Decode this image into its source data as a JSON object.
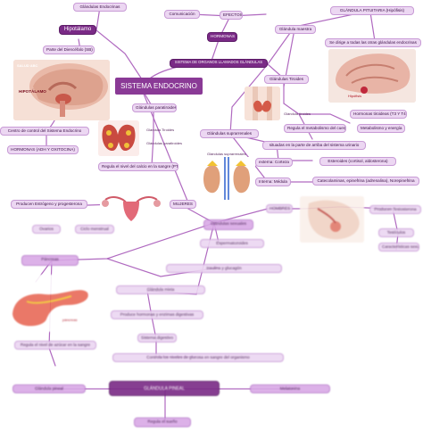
{
  "title": "SISTEMA ENDOCRINO",
  "top": {
    "glandulas_endocrinas": "Glándulas Endocrinas",
    "comunicacion": "Comunicación",
    "efectos": "EFECTOS",
    "hormonas": "HORMONAS",
    "sistema_organos": "SISTEMA DE ORGANOS LLAMADOS GLÁNDULAS"
  },
  "hipotalamo": {
    "label": "Hipotálamo",
    "parte": "Parte del Diencéfalo (SB)",
    "img_label_a": "SALUD ABC",
    "img_label_b": "HIPOTÁLAMO",
    "centro": "Centro de control del Sistema Endocrino",
    "hormonas": "HORMONAS (ADH Y OXITOCINA)"
  },
  "pituitaria": {
    "label": "GLÁNDULA PITUITARIA (Hipófisis)",
    "maestra": "Glándula maestra",
    "desc": "Se dirige a todas las otras glándulas endocrinas",
    "img_label": "Hipófisis"
  },
  "tiroides": {
    "label": "Glándulas Tiroides",
    "img_label": "Glándula tiroides",
    "hormonas": "Hormonas tiroideas (T3 Y T4)",
    "metabolismo": "Metabolismo y energía",
    "regula": "Regula el metabolismo del cuerpo"
  },
  "paratiroides": {
    "label": "Glándulas paratiroides",
    "img_label_a": "Glándula Tiroides",
    "img_label_b": "Glándulas paratiroides",
    "regula": "Regula el nivel del calcio en la sangre (PTH)"
  },
  "suprarrenales": {
    "label": "Glándulas suprarrenales",
    "img_label": "Glándulas suprarrenales",
    "situadas": "situadas en la parte de arriba del sistema urinario",
    "corteza": "externa: Corteza",
    "esteroides": "Esteroides (cortisol, aldosterona)",
    "medula": "Interna: Médula",
    "catecol": "Catecolaminas, epinefrina (adrenalina), Norepinefrina"
  },
  "mujeres": {
    "label": "MUJERES",
    "produce": "Producen Estrógeno y progesterona",
    "a": "Ovarios",
    "b": "Ciclo menstrual"
  },
  "hombres": {
    "label": "HOMBRES",
    "gonadas": "Glándulas sexuales",
    "produce": "Producen Testosterona",
    "a": "Testículos",
    "b": "Características sexuales",
    "c": "Espermatozoides"
  },
  "pancreas": {
    "label": "Páncreas",
    "img_label": "páncreas",
    "a": "Insulina y glucagón",
    "b": "Glándula mixta",
    "c": "Produce hormonas y enzimas digestivas",
    "d": "Regula el nivel de azúcar en la sangre",
    "e": "Sistema digestivo",
    "f": "Controla los niveles de glucosa en sangre del organismo"
  },
  "bottom": {
    "a": "Glándula pineal",
    "center": "GLÁNDULA PINEAL",
    "b": "Melatonina",
    "c": "Regula el sueño"
  },
  "colors": {
    "line": "#b06ac0",
    "accent": "#7a2a86",
    "light": "#ecd7f2"
  }
}
